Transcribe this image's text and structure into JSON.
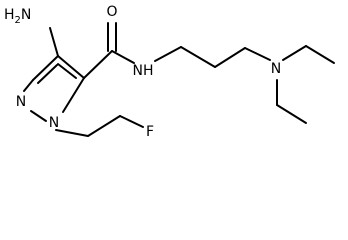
{
  "atoms": {
    "amino": "H2N",
    "carbonyl_oxygen": "O",
    "amide_nitrogen": "NH",
    "amine_nitrogen": "N",
    "ring_nitrogen_top": "N",
    "ring_nitrogen_bottom": "N",
    "fluorine": "F"
  },
  "colors": {
    "bond": "#000000",
    "label": "#000000",
    "background": "#ffffff"
  }
}
